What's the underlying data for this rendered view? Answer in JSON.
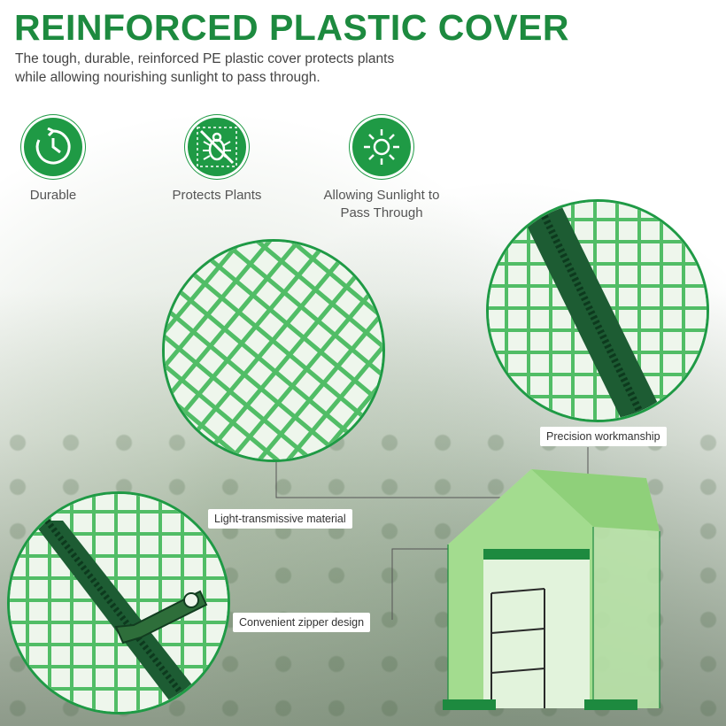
{
  "header": {
    "title": "REINFORCED PLASTIC COVER",
    "subtitle": "The tough, durable, reinforced PE plastic cover protects plants while allowing nourishing sunlight to pass through."
  },
  "features": [
    {
      "label": "Durable",
      "icon": "clock-arrow-icon"
    },
    {
      "label": "Protects Plants",
      "icon": "no-bug-icon"
    },
    {
      "label": "Allowing Sunlight to Pass Through",
      "icon": "sun-icon"
    }
  ],
  "callouts": {
    "precision": "Precision workmanship",
    "light": "Light-transmissive material",
    "zipper": "Convenient zipper design"
  },
  "colors": {
    "brand_green": "#1f9a45",
    "title_green": "#1d8a3f",
    "zipper_green": "#1d5c33"
  }
}
